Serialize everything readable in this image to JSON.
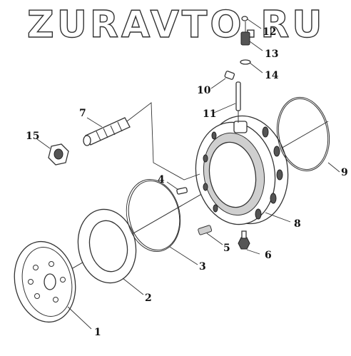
{
  "watermark": "ZURAVTO.RU",
  "callouts": [
    "1",
    "2",
    "3",
    "4",
    "5",
    "6",
    "7",
    "8",
    "9",
    "10",
    "11",
    "12",
    "13",
    "14",
    "15"
  ]
}
